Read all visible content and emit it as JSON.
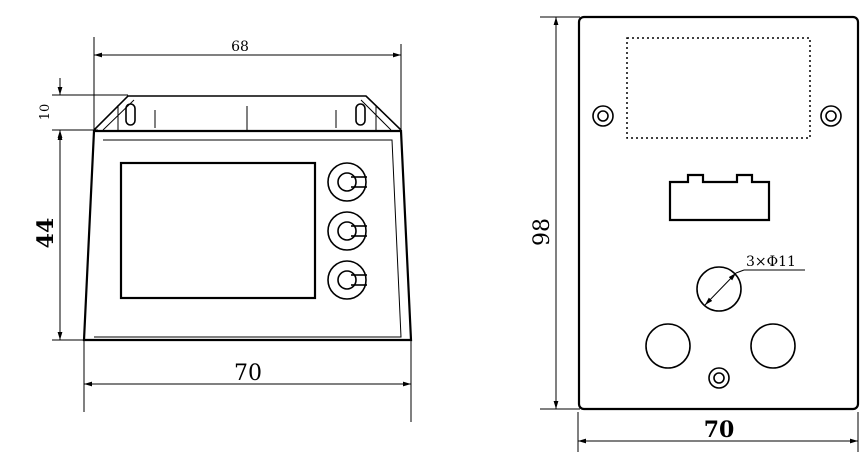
{
  "front_view": {
    "dim_top_width": "68",
    "dim_top_height": "10",
    "dim_body_height": "44",
    "dim_bottom_width": "70"
  },
  "rear_view": {
    "dim_height": "98",
    "dim_width": "70",
    "hole_callout": "3×Φ11"
  },
  "colors": {
    "line": "#000000",
    "background": "#ffffff"
  }
}
